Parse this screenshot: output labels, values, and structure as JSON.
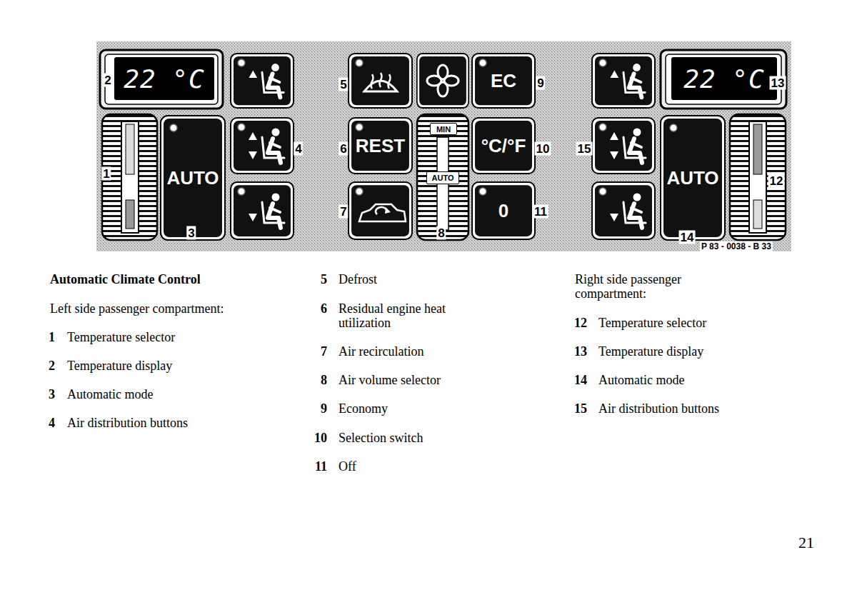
{
  "diagram": {
    "title": "Automatic Climate Control",
    "nodes": [
      {
        "text": [
          "22 °C"
        ]
      },
      {
        "text": [
          "AUTO"
        ]
      },
      {
        "text": [
          "EC"
        ]
      },
      {
        "text": [
          "REST"
        ]
      },
      {
        "text": [
          "MIN"
        ]
      },
      {
        "text": [
          "AUTO"
        ]
      },
      {
        "text": [
          "°C/°F"
        ]
      },
      {
        "text": [
          "0"
        ]
      },
      {
        "text": [
          "22 °C"
        ]
      },
      {
        "text": [
          "AUTO"
        ]
      }
    ],
    "edges": [],
    "labels": [
      "2",
      "1",
      "3",
      "4",
      "5",
      "6",
      "7",
      "8",
      "9",
      "10",
      "11",
      "15",
      "13",
      "12",
      "14",
      "P 83 - 0038 - B 33",
      "Left side passenger compartment:",
      "1",
      "Temperature selector",
      "2",
      "Temperature display",
      "3",
      "Automatic mode",
      "4",
      "Air distribution buttons",
      "5",
      "Defrost",
      "6",
      "Residual engine heat utilization",
      "7",
      "Air recirculation",
      "8",
      "Air volume selector",
      "9",
      "Economy",
      "10",
      "Selection switch",
      "11",
      "Off",
      "Right side passenger compartment:",
      "12",
      "Temperature selector",
      "13",
      "Temperature display",
      "14",
      "Automatic mode",
      "15",
      "Air distribution buttons",
      "21"
    ]
  }
}
